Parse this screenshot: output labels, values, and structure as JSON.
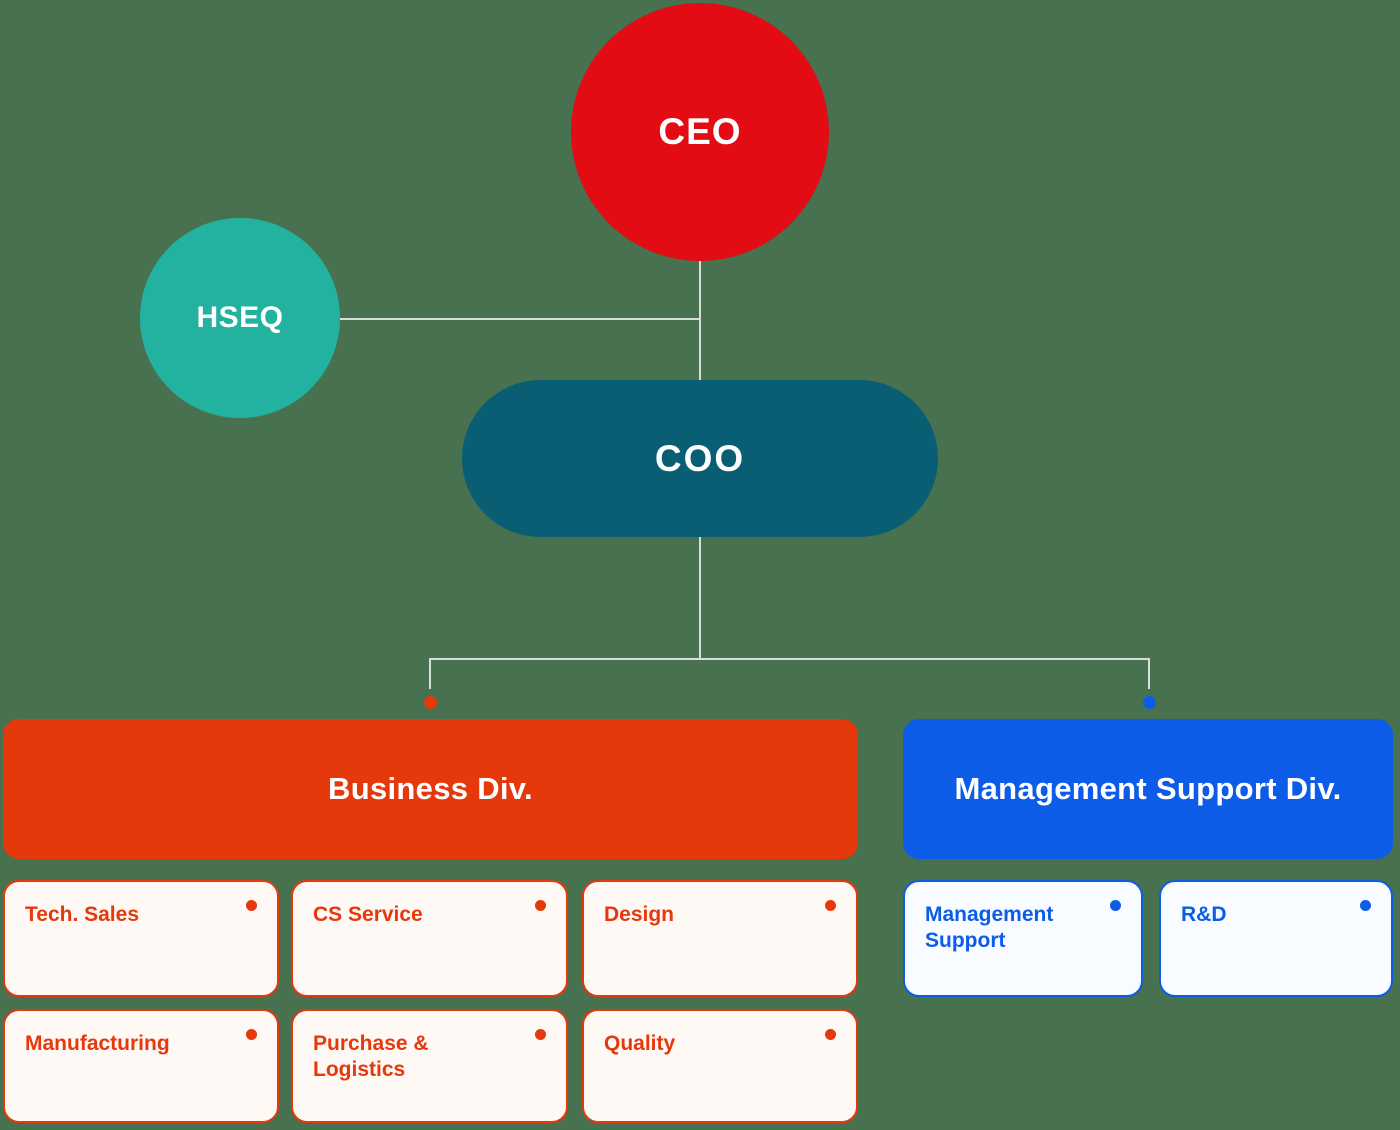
{
  "nodes": {
    "ceo": {
      "label": "CEO"
    },
    "hseq": {
      "label": "HSEQ"
    },
    "coo": {
      "label": "COO"
    }
  },
  "divisions": {
    "business": {
      "label": "Business Div.",
      "color": "#E5380B"
    },
    "management": {
      "label": "Management Support Div.",
      "color": "#0C5CE8"
    }
  },
  "departments": {
    "business": [
      "Tech. Sales",
      "CS Service",
      "Design",
      "Manufacturing",
      "Purchase & Logistics",
      "Quality"
    ],
    "management": [
      "Management Support",
      "R&D"
    ]
  },
  "colors": {
    "background": "#48714F",
    "ceo_red": "#E30B14",
    "hseq_teal": "#23B2A0",
    "coo_teal": "#095E73",
    "business_orange": "#E5380B",
    "management_blue": "#0C5CE8",
    "connector_gray": "#D9DDD9",
    "card_bg_warm": "#FFF9F6",
    "card_bg_cool": "#F8FBFF"
  }
}
